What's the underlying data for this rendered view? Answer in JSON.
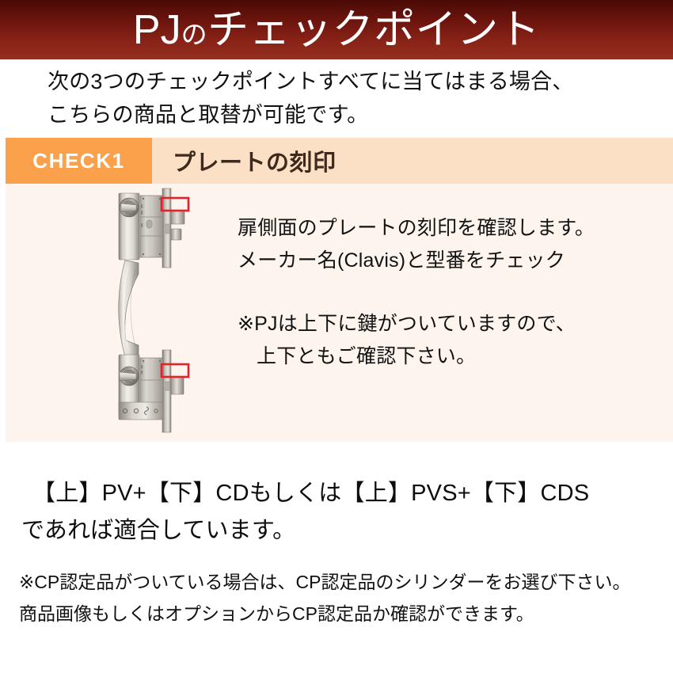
{
  "header": {
    "title_prefix": "PJ",
    "title_particle": "の",
    "title_rest": "チェックポイント",
    "gradient_top": "#4a0a06",
    "gradient_bottom": "#93301f",
    "text_color": "#ffffff"
  },
  "intro": {
    "line1": "次の3つのチェックポイントすべてに当てはまる場合、",
    "line2": "こちらの商品と取替が可能です。"
  },
  "check": {
    "badge": "CHECK1",
    "badge_color": "#fba14b",
    "label": "プレートの刻印",
    "label_bg": "#fce0c6",
    "body_bg": "#fdf5ed",
    "figure_name": "door-lock-handle-assembly",
    "highlight_color": "#e8202a",
    "text": {
      "p1_line1": "扉側面のプレートの刻印を確認します。",
      "p1_line2": "メーカー名(Clavis)と型番をチェック",
      "p2_line1": "※PJは上下に鍵がついていますので、",
      "p2_line2": "上下ともご確認下さい。"
    }
  },
  "conclusion": {
    "line1": "【上】PV+【下】CDもしくは【上】PVS+【下】CDS",
    "line2": "であれば適合しています。"
  },
  "fine_print": {
    "line1": "※CP認定品がついている場合は、CP認定品のシリンダーをお選び下さい。",
    "line2": "商品画像もしくはオプションからCP認定品か確認ができます。"
  }
}
